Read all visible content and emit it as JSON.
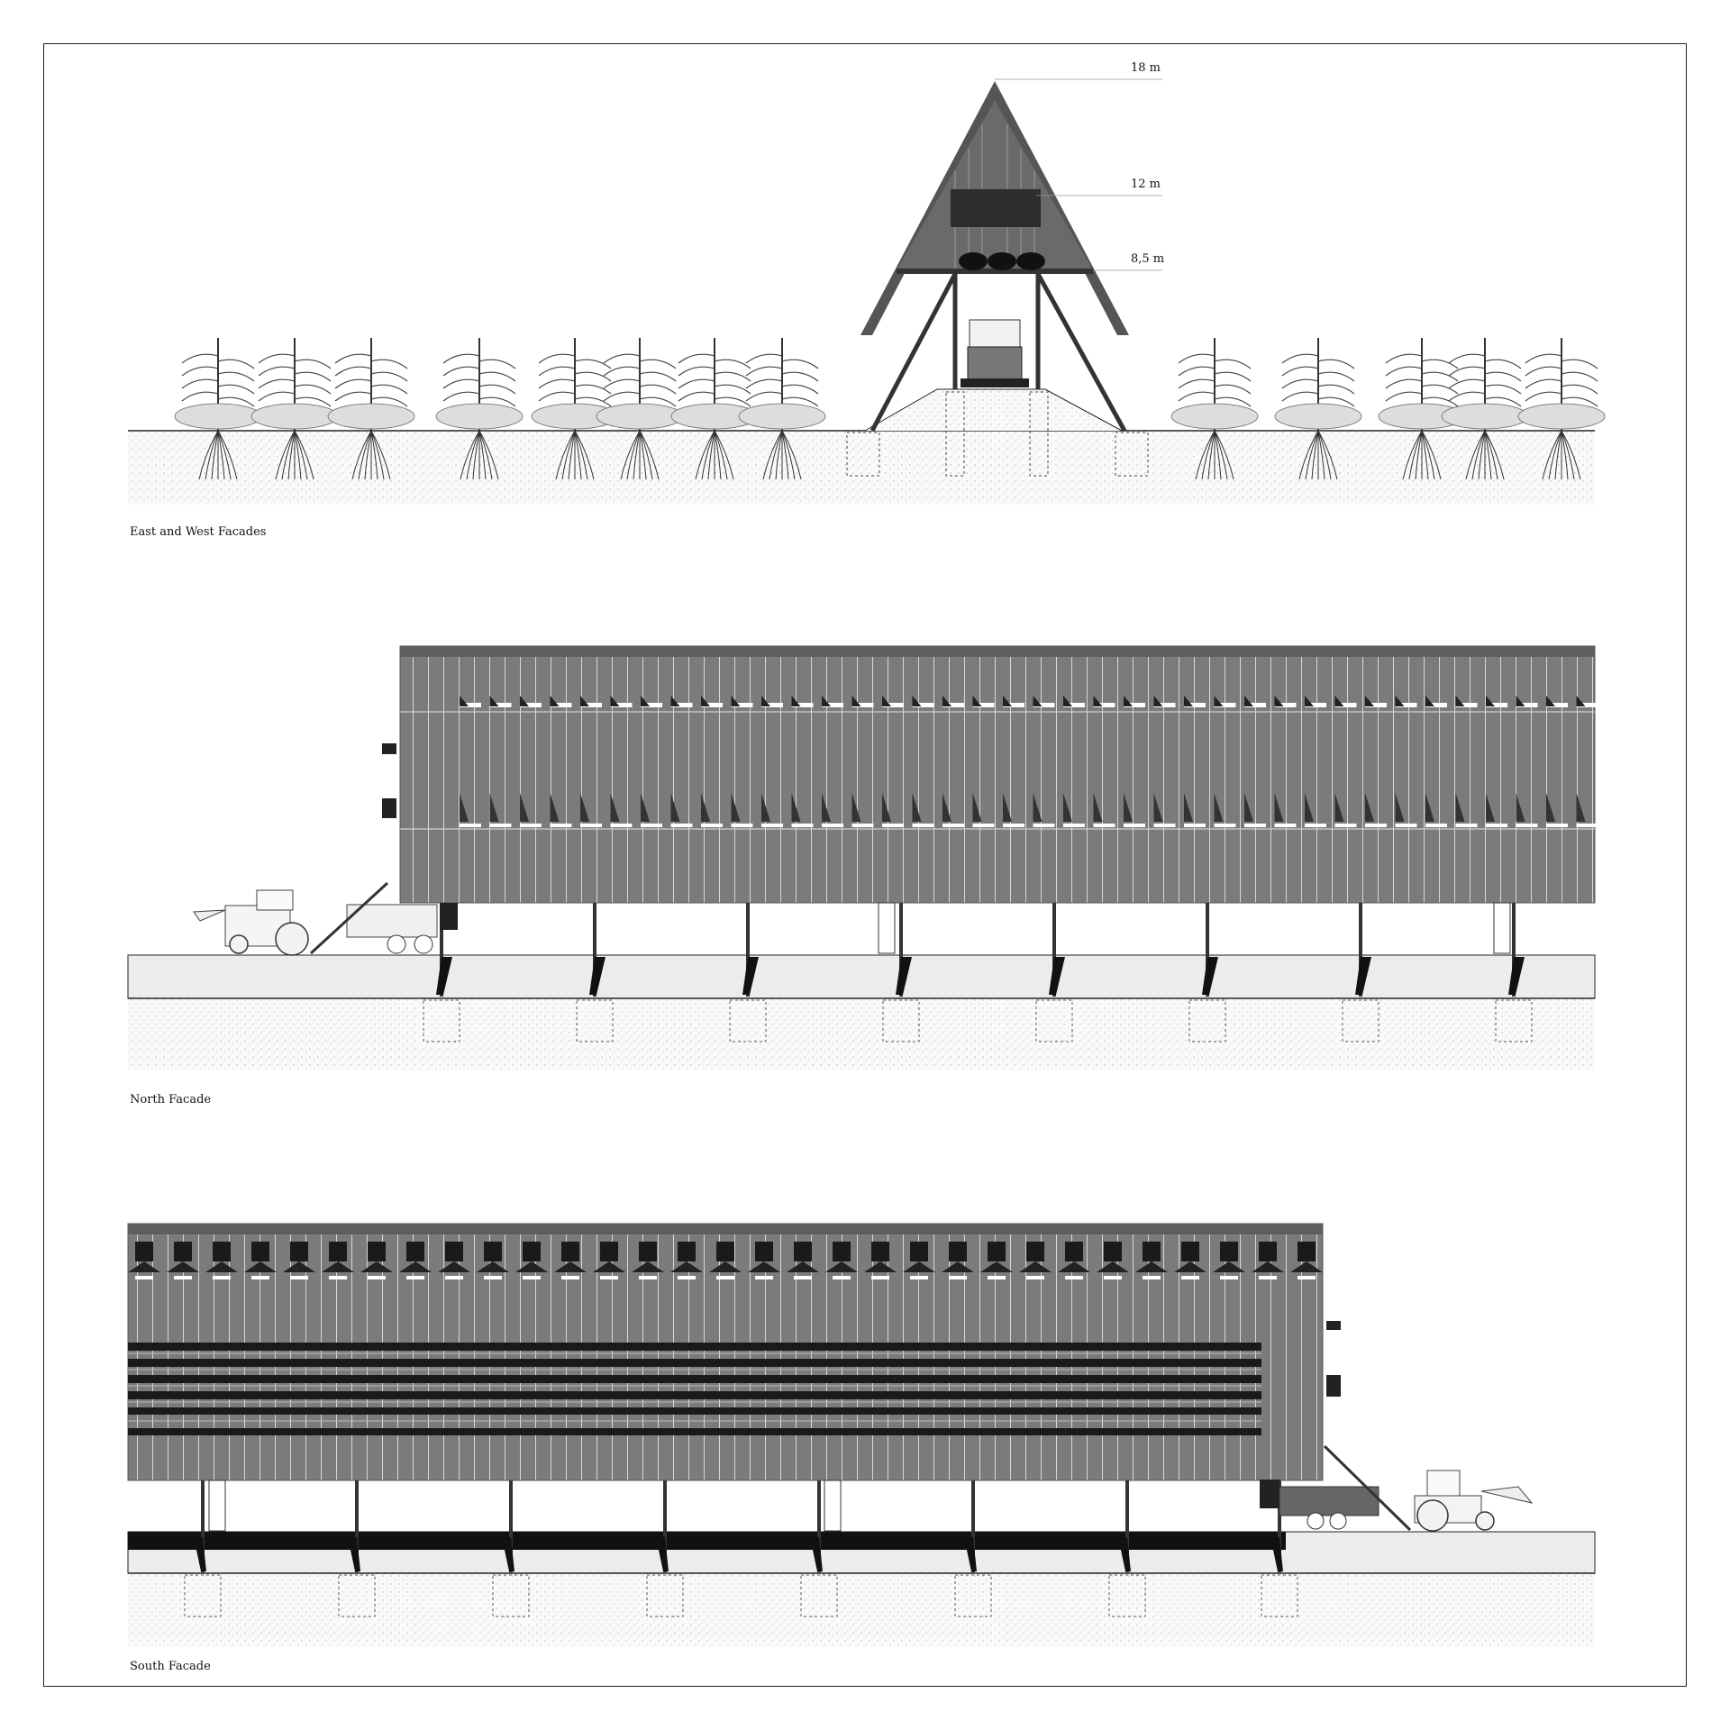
{
  "sections": [
    {
      "id": "east-west",
      "caption": "East and West Facades"
    },
    {
      "id": "north",
      "caption": "North Facade"
    },
    {
      "id": "south",
      "caption": "South Facade"
    }
  ],
  "dimensions": [
    "18 m",
    "12 m",
    "8,5 m"
  ],
  "colors": {
    "panel": "#7b7b7b",
    "dark": "#333333",
    "ground": "#efefef",
    "line": "#222222"
  }
}
